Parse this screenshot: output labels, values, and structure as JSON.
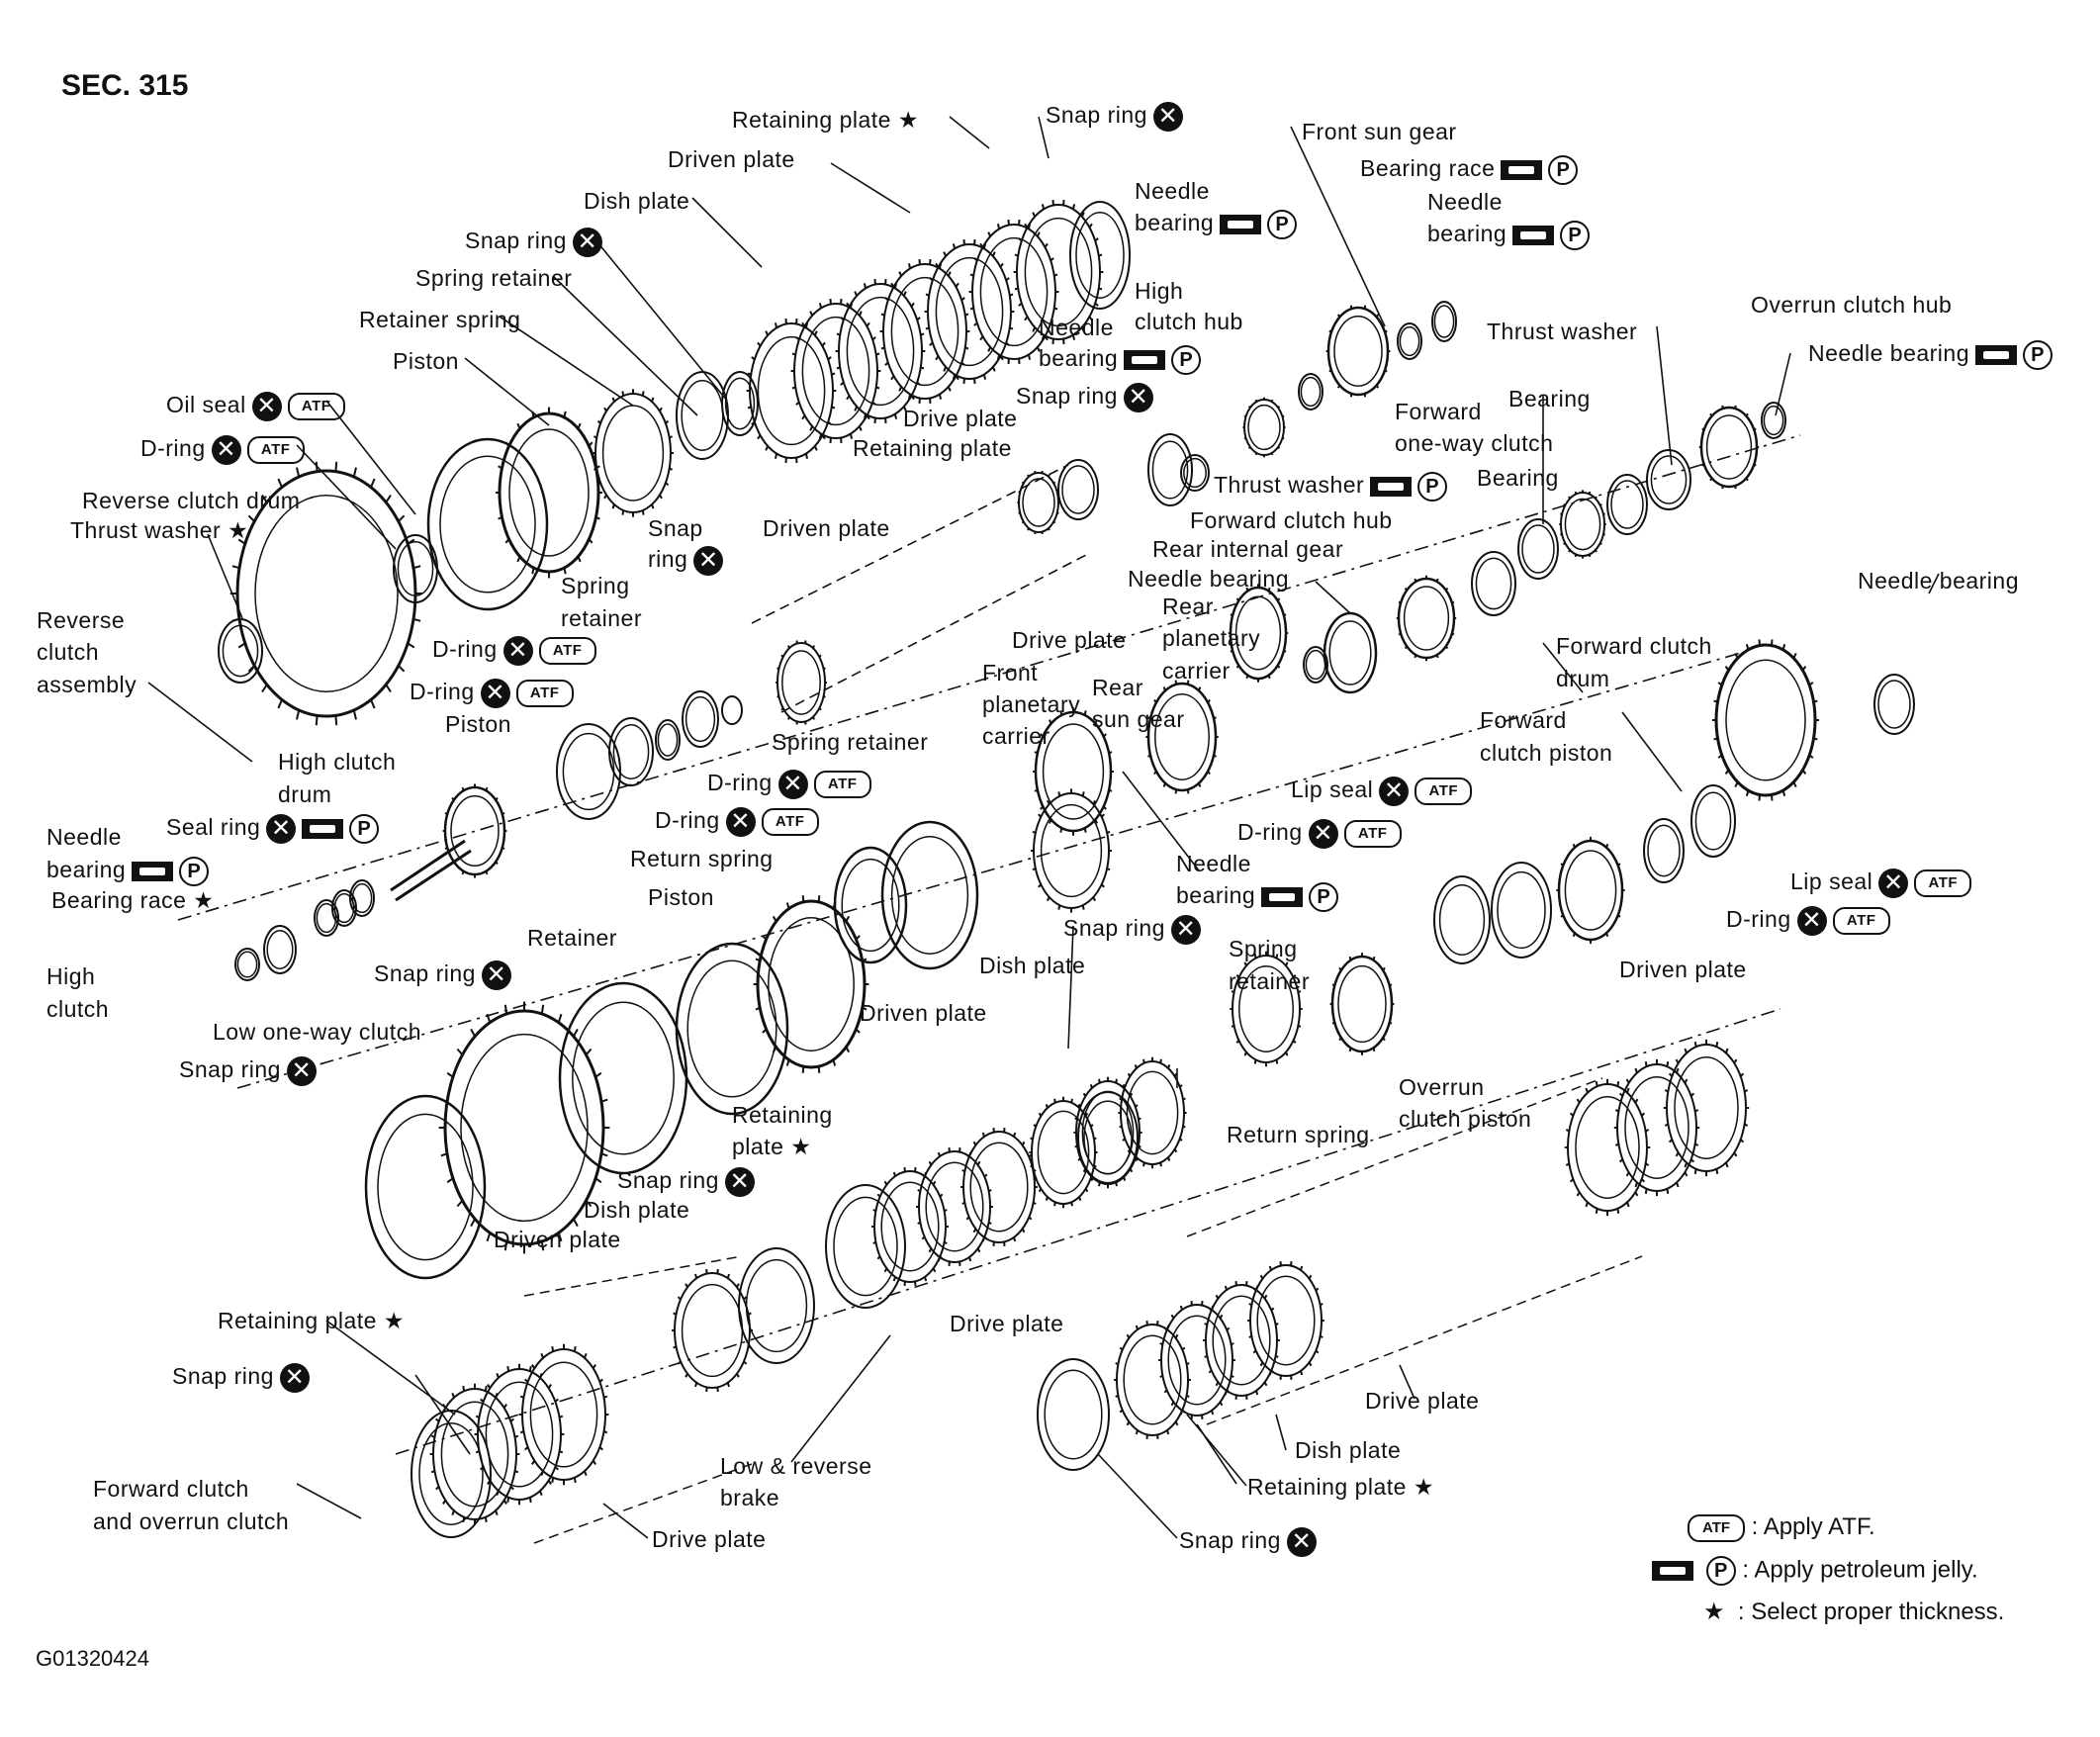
{
  "section": "SEC. 315",
  "figure_code": "G01320424",
  "legend": {
    "atf": "Apply ATF.",
    "jelly": "Apply petroleum jelly.",
    "star": "Select proper thickness."
  },
  "symbols": {
    "do_not_reuse": "x-circle-icon",
    "apply_atf": "atf-oval-icon",
    "apply_jelly": "jelly-icon",
    "star": "★"
  },
  "labels": [
    {
      "id": "retaining-plate-top",
      "text": "Retaining plate ★"
    },
    {
      "id": "snap-ring-top",
      "text": "Snap ring"
    },
    {
      "id": "front-sun-gear",
      "text": "Front sun gear"
    },
    {
      "id": "driven-plate-top",
      "text": "Driven plate"
    },
    {
      "id": "needle-bearing-1",
      "text": "Needle"
    },
    {
      "id": "needle-bearing-1b",
      "text": "bearing"
    },
    {
      "id": "bearing-race-top",
      "text": "Bearing race"
    },
    {
      "id": "dish-plate-top",
      "text": "Dish plate"
    },
    {
      "id": "needle-bearing-2",
      "text": "Needle"
    },
    {
      "id": "needle-bearing-2b",
      "text": "bearing"
    },
    {
      "id": "snap-ring-2",
      "text": "Snap ring"
    },
    {
      "id": "spring-retainer-1",
      "text": "Spring retainer"
    },
    {
      "id": "high-clutch-hub",
      "text": "High"
    },
    {
      "id": "high-clutch-hub-b",
      "text": "clutch hub"
    },
    {
      "id": "overrun-clutch-hub",
      "text": "Overrun clutch hub"
    },
    {
      "id": "retainer-spring",
      "text": "Retainer spring"
    },
    {
      "id": "needle-bearing-3",
      "text": "Needle"
    },
    {
      "id": "needle-bearing-3b",
      "text": "bearing"
    },
    {
      "id": "thrust-washer-1",
      "text": "Thrust washer"
    },
    {
      "id": "needle-bearing-4",
      "text": "Needle bearing"
    },
    {
      "id": "piston-1",
      "text": "Piston"
    },
    {
      "id": "snap-ring-3",
      "text": "Snap ring"
    },
    {
      "id": "bearing-1",
      "text": "Bearing"
    },
    {
      "id": "oil-seal",
      "text": "Oil seal"
    },
    {
      "id": "drive-plate-1",
      "text": "Drive plate"
    },
    {
      "id": "forward-one-way",
      "text": "Forward"
    },
    {
      "id": "forward-one-way-b",
      "text": "one-way clutch"
    },
    {
      "id": "retaining-plate-2",
      "text": "Retaining plate"
    },
    {
      "id": "d-ring-1",
      "text": "D-ring"
    },
    {
      "id": "thrust-washer-2",
      "text": "Thrust washer"
    },
    {
      "id": "bearing-2",
      "text": "Bearing"
    },
    {
      "id": "reverse-clutch-drum",
      "text": "Reverse clutch drum"
    },
    {
      "id": "thrust-washer-star",
      "text": "Thrust washer ★"
    },
    {
      "id": "snap-ring-4a",
      "text": "Snap"
    },
    {
      "id": "snap-ring-4b",
      "text": "ring"
    },
    {
      "id": "driven-plate-2",
      "text": "Driven plate"
    },
    {
      "id": "forward-clutch-hub",
      "text": "Forward clutch hub"
    },
    {
      "id": "rear-internal-gear",
      "text": "Rear internal gear"
    },
    {
      "id": "needle-bearing-5",
      "text": "Needle bearing"
    },
    {
      "id": "needle-bearing-6",
      "text": "Needle bearing"
    },
    {
      "id": "reverse-clutch-assembly-a",
      "text": "Reverse"
    },
    {
      "id": "reverse-clutch-assembly-b",
      "text": "clutch"
    },
    {
      "id": "reverse-clutch-assembly-c",
      "text": "assembly"
    },
    {
      "id": "spring-retainer-2a",
      "text": "Spring"
    },
    {
      "id": "spring-retainer-2b",
      "text": "retainer"
    },
    {
      "id": "rear-planetary-a",
      "text": "Rear"
    },
    {
      "id": "rear-planetary-b",
      "text": "planetary"
    },
    {
      "id": "rear-planetary-c",
      "text": "carrier"
    },
    {
      "id": "drive-plate-2",
      "text": "Drive plate"
    },
    {
      "id": "d-ring-2",
      "text": "D-ring"
    },
    {
      "id": "forward-clutch-drum-a",
      "text": "Forward clutch"
    },
    {
      "id": "forward-clutch-drum-b",
      "text": "drum"
    },
    {
      "id": "front-planetary-a",
      "text": "Front"
    },
    {
      "id": "front-planetary-b",
      "text": "planetary"
    },
    {
      "id": "front-planetary-c",
      "text": "carrier"
    },
    {
      "id": "rear-sun-gear-a",
      "text": "Rear"
    },
    {
      "id": "rear-sun-gear-b",
      "text": "sun gear"
    },
    {
      "id": "d-ring-3",
      "text": "D-ring"
    },
    {
      "id": "forward-clutch-piston-a",
      "text": "Forward"
    },
    {
      "id": "forward-clutch-piston-b",
      "text": "clutch piston"
    },
    {
      "id": "piston-2",
      "text": "Piston"
    },
    {
      "id": "spring-retainer-3",
      "text": "Spring retainer"
    },
    {
      "id": "high-clutch-drum-a",
      "text": "High clutch"
    },
    {
      "id": "high-clutch-drum-b",
      "text": "drum"
    },
    {
      "id": "d-ring-4",
      "text": "D-ring"
    },
    {
      "id": "lip-seal-1",
      "text": "Lip seal"
    },
    {
      "id": "seal-ring",
      "text": "Seal ring"
    },
    {
      "id": "d-ring-5",
      "text": "D-ring"
    },
    {
      "id": "needle-bearing-7a",
      "text": "Needle"
    },
    {
      "id": "needle-bearing-7b",
      "text": "bearing"
    },
    {
      "id": "return-spring-1",
      "text": "Return spring"
    },
    {
      "id": "d-ring-6",
      "text": "D-ring"
    },
    {
      "id": "needle-bearing-8a",
      "text": "Needle"
    },
    {
      "id": "needle-bearing-8b",
      "text": "bearing"
    },
    {
      "id": "lip-seal-2",
      "text": "Lip seal"
    },
    {
      "id": "bearing-race-star",
      "text": "Bearing race ★"
    },
    {
      "id": "piston-3",
      "text": "Piston"
    },
    {
      "id": "d-ring-7",
      "text": "D-ring"
    },
    {
      "id": "snap-ring-5",
      "text": "Snap ring"
    },
    {
      "id": "spring-retainer-4a",
      "text": "Spring"
    },
    {
      "id": "spring-retainer-4b",
      "text": "retainer"
    },
    {
      "id": "retainer",
      "text": "Retainer"
    },
    {
      "id": "high-clutch-a",
      "text": "High"
    },
    {
      "id": "high-clutch-b",
      "text": "clutch"
    },
    {
      "id": "dish-plate-2",
      "text": "Dish plate"
    },
    {
      "id": "driven-plate-3",
      "text": "Driven plate"
    },
    {
      "id": "snap-ring-6",
      "text": "Snap ring"
    },
    {
      "id": "driven-plate-4",
      "text": "Driven plate"
    },
    {
      "id": "low-one-way",
      "text": "Low one-way clutch"
    },
    {
      "id": "snap-ring-7",
      "text": "Snap ring"
    },
    {
      "id": "overrun-clutch-piston-a",
      "text": "Overrun"
    },
    {
      "id": "overrun-clutch-piston-b",
      "text": "clutch piston"
    },
    {
      "id": "return-spring-2",
      "text": "Return spring"
    },
    {
      "id": "retaining-plate-star-3a",
      "text": "Retaining"
    },
    {
      "id": "retaining-plate-star-3b",
      "text": "plate ★"
    },
    {
      "id": "snap-ring-8",
      "text": "Snap ring"
    },
    {
      "id": "dish-plate-3",
      "text": "Dish plate"
    },
    {
      "id": "driven-plate-5",
      "text": "Driven plate"
    },
    {
      "id": "retaining-plate-star-4",
      "text": "Retaining plate ★"
    },
    {
      "id": "drive-plate-3",
      "text": "Drive plate"
    },
    {
      "id": "snap-ring-9",
      "text": "Snap ring"
    },
    {
      "id": "drive-plate-4",
      "text": "Drive plate"
    },
    {
      "id": "low-reverse-brake-a",
      "text": "Low & reverse"
    },
    {
      "id": "low-reverse-brake-b",
      "text": "brake"
    },
    {
      "id": "dish-plate-4",
      "text": "Dish plate"
    },
    {
      "id": "forward-overrun-a",
      "text": "Forward clutch"
    },
    {
      "id": "forward-overrun-b",
      "text": "and overrun clutch"
    },
    {
      "id": "retaining-plate-star-5",
      "text": "Retaining plate ★"
    },
    {
      "id": "drive-plate-5",
      "text": "Drive plate"
    },
    {
      "id": "snap-ring-10",
      "text": "Snap ring"
    }
  ]
}
